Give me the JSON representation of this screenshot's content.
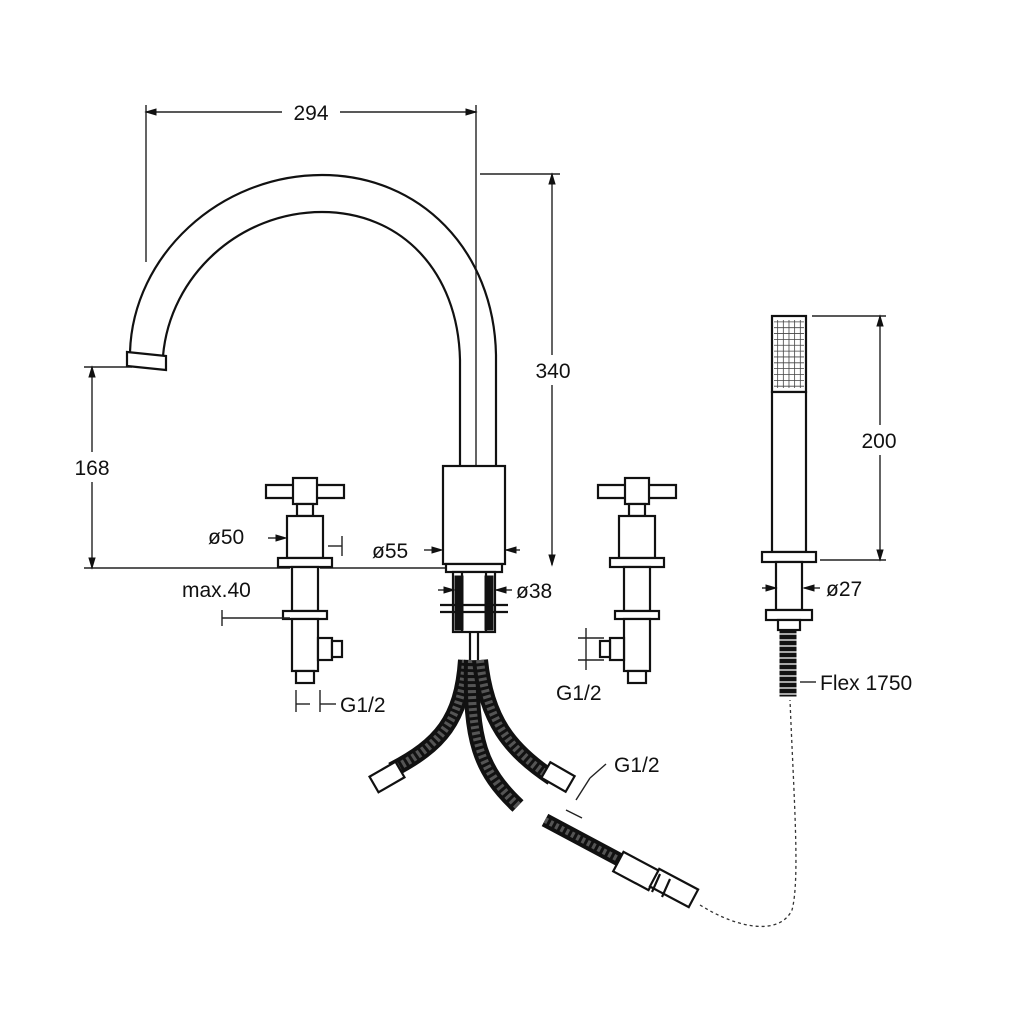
{
  "dimensions": {
    "spout_reach": "294",
    "spout_height": "340",
    "outlet_height": "168",
    "handshower_length": "200",
    "valve_flange_diameter": "ø50",
    "spout_body_diameter": "ø55",
    "spout_base_diameter": "ø38",
    "handshower_base_diameter": "ø27",
    "max_deck_thickness": "max.40",
    "left_valve_connection": "G1/2",
    "right_valve_connection": "G1/2",
    "diverter_connection": "G1/2",
    "hose_length": "Flex 1750"
  },
  "colors": {
    "line": "#111111",
    "background": "#ffffff"
  }
}
